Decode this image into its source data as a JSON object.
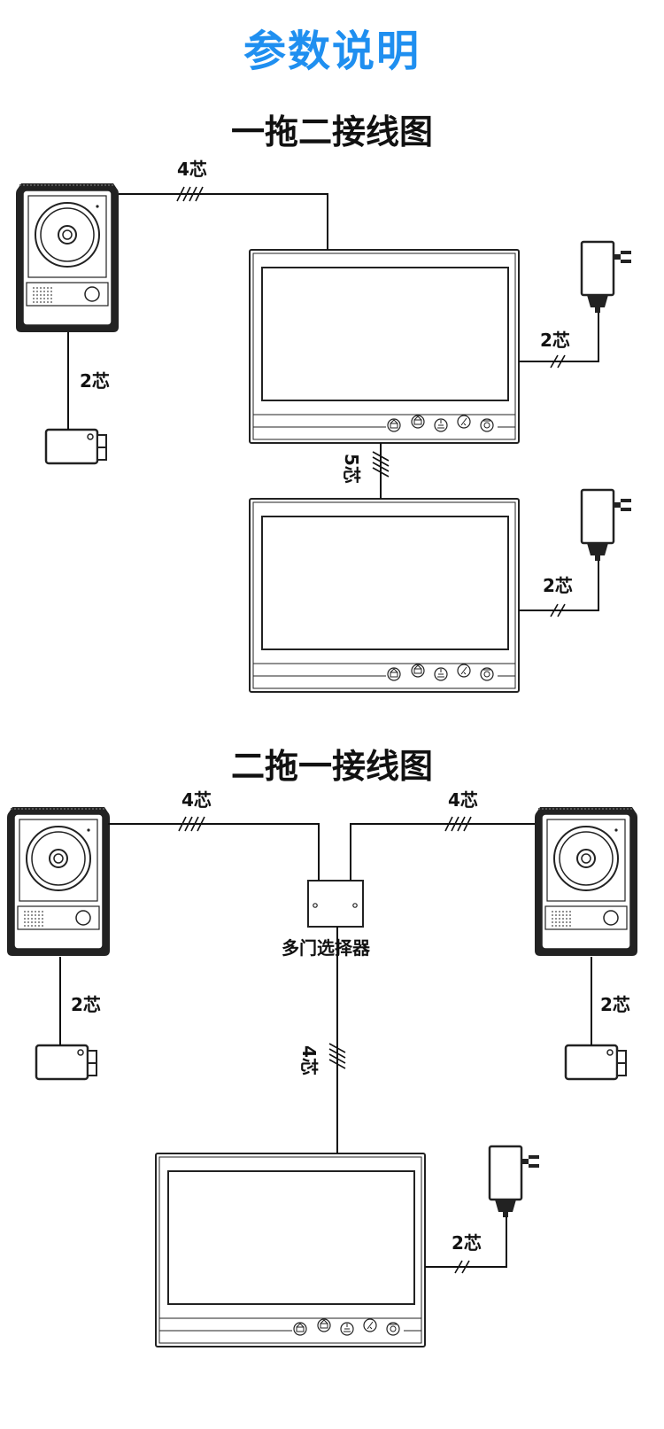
{
  "page_title": "参数说明",
  "sections": [
    {
      "title": "一拖二接线图",
      "labels": {
        "camera_to_monitor": "4芯",
        "camera_to_lock": "2芯",
        "monitor1_to_power": "2芯",
        "monitor_to_monitor": "5芯",
        "monitor2_to_power": "2芯"
      }
    },
    {
      "title": "二拖一接线图",
      "labels": {
        "left_camera_to_selector": "4芯",
        "right_camera_to_selector": "4芯",
        "left_camera_to_lock": "2芯",
        "right_camera_to_lock": "2芯",
        "selector_to_monitor": "4芯",
        "monitor_to_power": "2芯"
      },
      "selector_label": "多门选择器"
    }
  ],
  "colors": {
    "title_blue": "#1f8ff0",
    "line": "#111111"
  }
}
